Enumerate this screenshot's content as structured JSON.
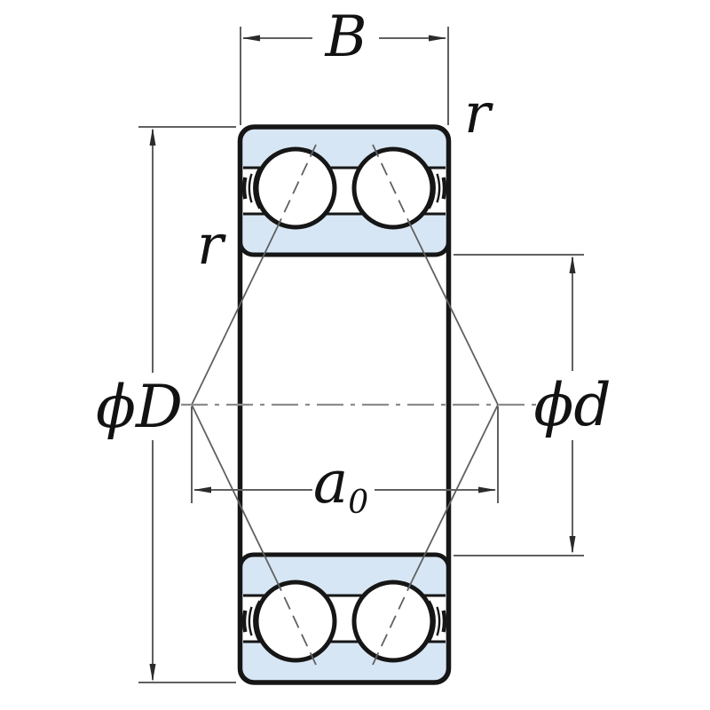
{
  "diagram": {
    "kind": "double-row angular contact ball bearing cross-section dimension drawing",
    "labels": {
      "width": "B",
      "outer_diameter": "ϕD",
      "inner_diameter": "ϕd",
      "load_center_base": "a",
      "load_center_sub": "0",
      "chamfer": "r"
    },
    "colors": {
      "background": "#ffffff",
      "ring-fill": "#d7e6f4",
      "outline": "#161616",
      "dim-line": "#606060",
      "centerline": "#8c8c8c",
      "arrow": "#2b2b2b",
      "text": "#121212"
    }
  }
}
